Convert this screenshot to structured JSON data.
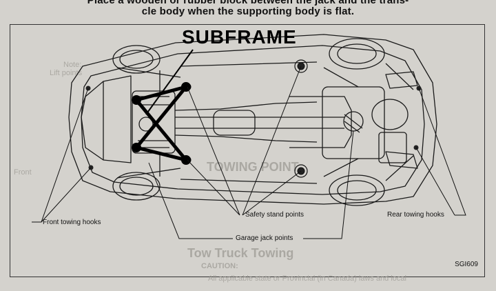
{
  "page": {
    "top_text_line1": "Place a wooden or rubber block between the jack and the trans-",
    "top_text_line2": "cle body when the supporting body is flat."
  },
  "diagram": {
    "overlay_title": "SUBFRAME",
    "labels": {
      "front_towing_hooks": "Front towing hooks",
      "safety_stand_points": "Safety stand points",
      "garage_jack_points": "Garage jack points",
      "rear_towing_hooks": "Rear towing hooks"
    },
    "figure_code": "SGI609"
  },
  "background_text": {
    "note": "Note:",
    "lift_points": "Lift points",
    "towing_point": "TOWING POINT",
    "front": "Front",
    "tow_truck_towing": "Tow Truck Towing",
    "caution": "CAUTION:",
    "bleed_line": "All applicable state or Provincial (in Canada) laws and local"
  },
  "colors": {
    "paper": "#d4d2cd",
    "ink": "#111111",
    "ghost_ink": "#9d9a94"
  }
}
